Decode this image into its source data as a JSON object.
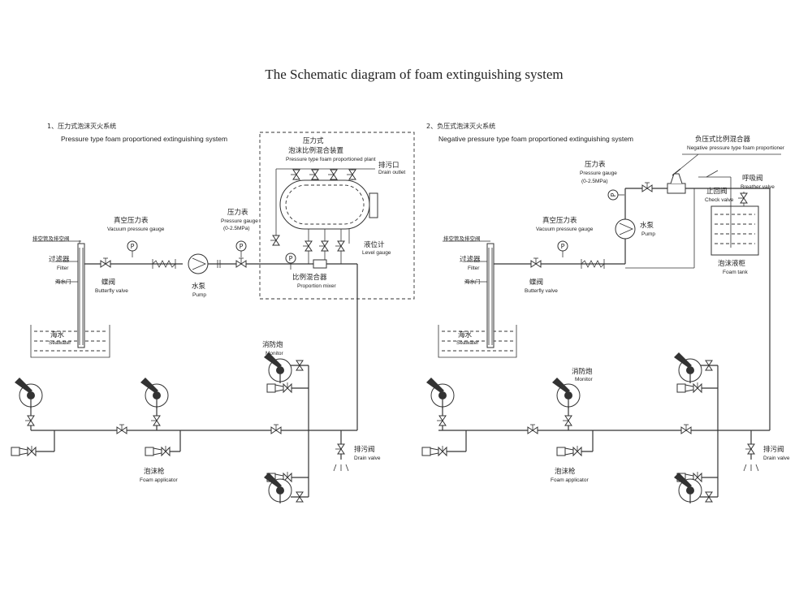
{
  "title": "The Schematic diagram of foam extinguishing system",
  "left": {
    "heading_zh": "1、压力式泡沫灭火系统",
    "heading_en": "Pressure type  foam proportioned extinguishing system",
    "vent_valve_zh": "排空管及排空阀",
    "filter_zh": "过滤器",
    "filter_en": "Filter",
    "sea_door_zh": "海水门",
    "butterfly_zh": "蝶阀",
    "butterfly_en": "Butterfly valve",
    "vacuum_gauge_zh": "真空压力表",
    "vacuum_gauge_en": "Vacuum pressure gauge",
    "pump_zh": "水泵",
    "pump_en": "Pump",
    "pressure_gauge_zh": "压力表",
    "pressure_gauge_en1": "Pressure gauge",
    "pressure_gauge_en2": "(0-2.5MPa)",
    "plant_zh1": "压力式",
    "plant_zh2": "泡沫比例混合装置",
    "plant_en": "Pressure type foam proportioned plant",
    "drain_outlet_zh": "排污口",
    "drain_outlet_en": "Drain outlet",
    "level_gauge_zh": "液位计",
    "level_gauge_en": "Level gauge",
    "mixer_zh": "比例混合器",
    "mixer_en": "Proportion mixer",
    "seawater_zh": "海水",
    "seawater_en": "Seawater",
    "monitor_zh": "消防炮",
    "monitor_en": "Monitor",
    "drain_valve_zh": "排污阀",
    "drain_valve_en": "Drain valve",
    "applicator_zh": "泡沫枪",
    "applicator_en": "Foam applicator"
  },
  "right": {
    "heading_zh": "2、负压式泡沫灭火系统",
    "heading_en": "Negative pressure type  foam proportioned extinguishing system",
    "neg_mixer_zh": "负压式比例混合器",
    "neg_mixer_en": "Negative pressure type foam proportioner",
    "pressure_gauge_zh": "压力表",
    "pressure_gauge_en1": "Pressure gauge",
    "pressure_gauge_en2": "(0-2.5MPa)",
    "check_valve_zh": "止回阀",
    "check_valve_en": "Check valve",
    "breather_zh": "呼吸阀",
    "breather_en": "Breather valve",
    "pump_zh": "水泵",
    "pump_en": "Pump",
    "vacuum_gauge_zh": "真空压力表",
    "vacuum_gauge_en": "Vacuum pressure gauge",
    "vent_valve_zh": "排空管及排空阀",
    "filter_zh": "过滤器",
    "filter_en": "Filter",
    "sea_door_zh": "海水门",
    "butterfly_zh": "蝶阀",
    "butterfly_en": "Butterfly valve",
    "foam_tank_zh": "泡沫液柜",
    "foam_tank_en": "Foam tank",
    "seawater_zh": "海水",
    "seawater_en": "Seawater",
    "monitor_zh": "消防炮",
    "monitor_en": "Monitor",
    "drain_valve_zh": "排污阀",
    "drain_valve_en": "Drain valve",
    "applicator_zh": "泡沫枪",
    "applicator_en": "Foam applicator"
  }
}
